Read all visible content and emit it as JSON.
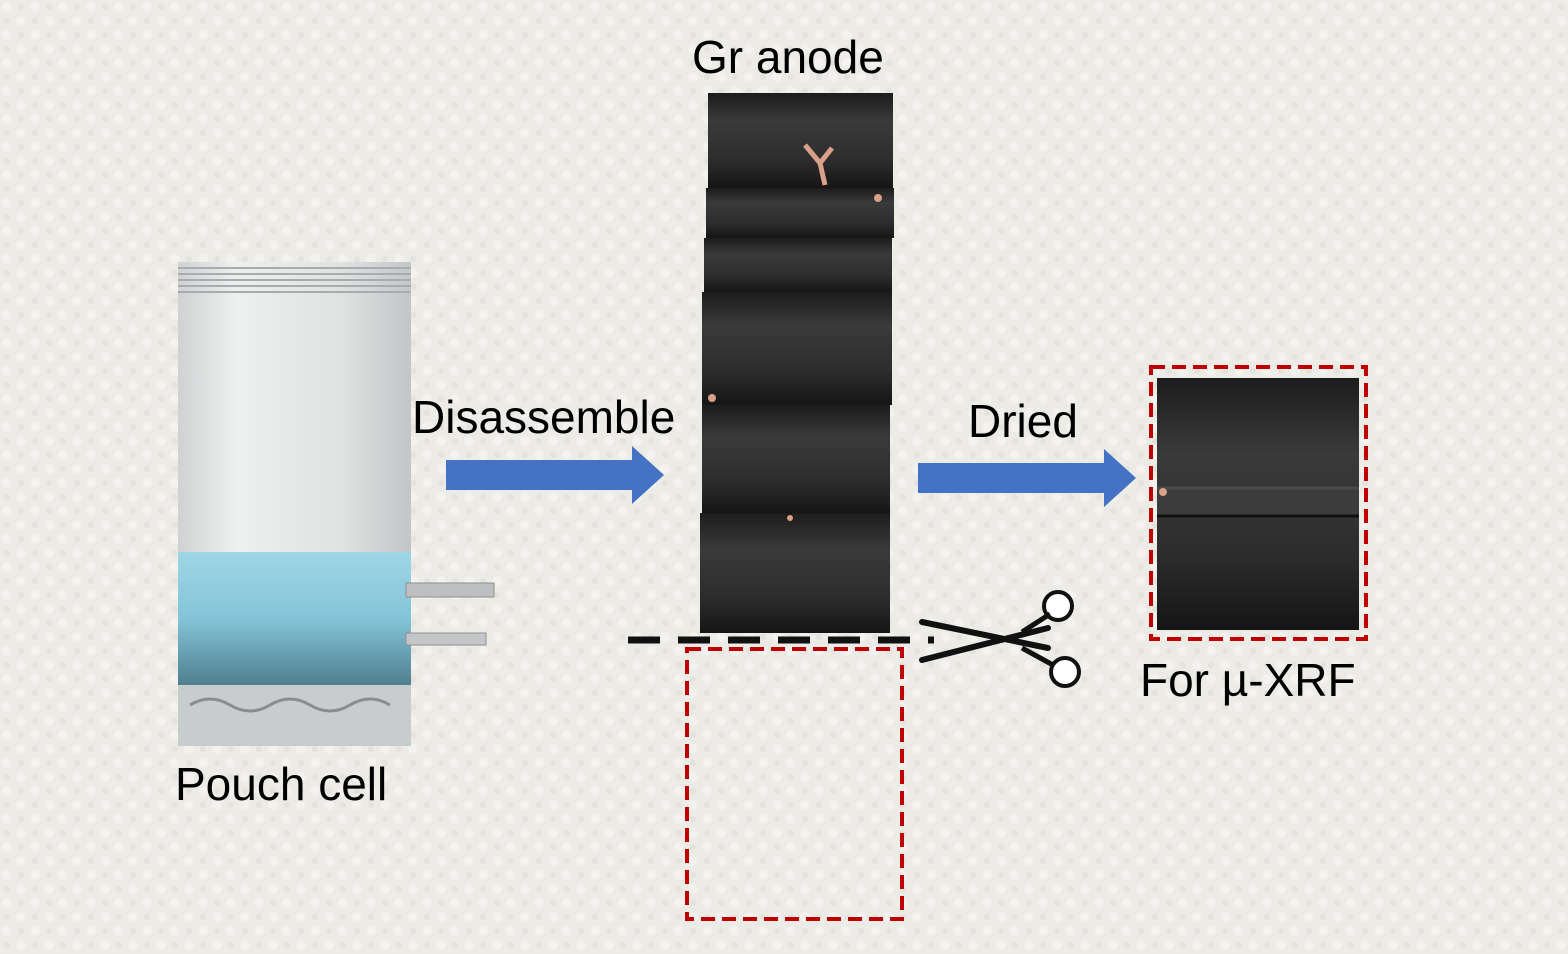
{
  "labels": {
    "anode": "Gr anode",
    "disassemble": "Disassemble",
    "dried": "Dried",
    "pouch_cell": "Pouch cell",
    "xrf": "For µ-XRF"
  },
  "colors": {
    "background": "#ecebe6",
    "arrow": "#4472c4",
    "cut_box": "#c00000",
    "anode": "#2a2a2a",
    "pouch_foil": "#e6e7e7",
    "electrolyte_region": "#8ec9dc",
    "copper_spots": "#d9a08a"
  },
  "icons": [
    "scissors-icon"
  ]
}
